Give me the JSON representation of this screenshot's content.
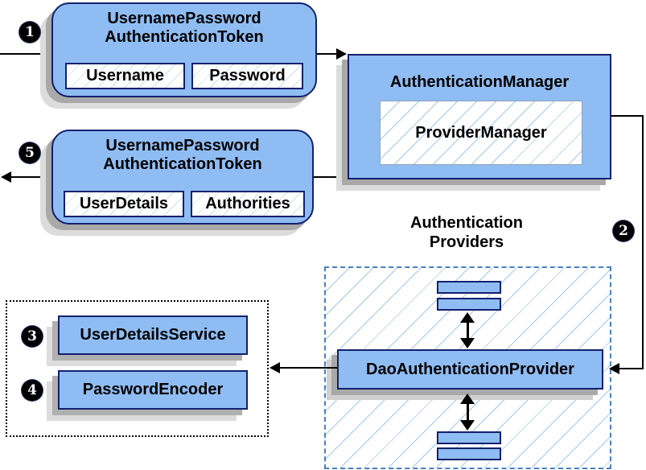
{
  "colors": {
    "box_fill": "#8FBDF3",
    "box_border": "#13206E",
    "hatch_line": "#A5C8EA",
    "dashed_border": "#4A7FC1",
    "shadow_dark": "#A9A9A9",
    "shadow_light": "#DCDCDC",
    "connector": "#000000",
    "badge_bg": "#000000",
    "badge_text": "#FFFFFF"
  },
  "step1_token": {
    "badge": "1",
    "title_line1": "UsernamePassword",
    "title_line2": "AuthenticationToken",
    "fields": [
      {
        "label": "Username"
      },
      {
        "label": "Password"
      }
    ]
  },
  "authentication_manager": {
    "title": "AuthenticationManager",
    "provider_manager_label": "ProviderManager"
  },
  "step2": {
    "badge": "2"
  },
  "step5_token": {
    "badge": "5",
    "title_line1": "UsernamePassword",
    "title_line2": "AuthenticationToken",
    "fields": [
      {
        "label": "UserDetails"
      },
      {
        "label": "Authorities"
      }
    ]
  },
  "authentication_providers": {
    "title_line1": "Authentication",
    "title_line2": "Providers",
    "dao_label": "DaoAuthenticationProvider"
  },
  "collaborators": {
    "user_details_service": {
      "badge": "3",
      "label": "UserDetailsService"
    },
    "password_encoder": {
      "badge": "4",
      "label": "PasswordEncoder"
    }
  }
}
